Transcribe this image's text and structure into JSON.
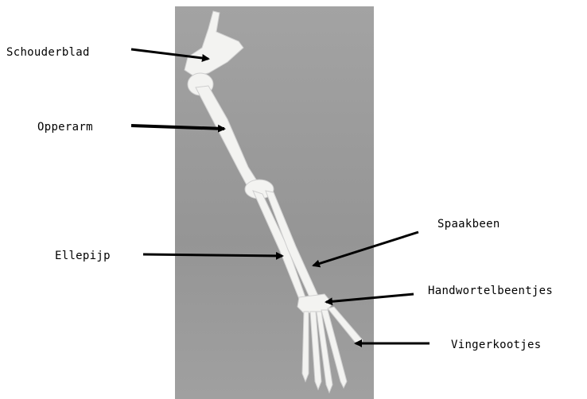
{
  "labels": {
    "scapula": "Schouderblad",
    "humerus": "Opperarm",
    "ulna": "Ellepijp",
    "radius": "Spaakbeen",
    "carpals": "Handwortelbeentjes",
    "phalanges": "Vingerkootjes"
  },
  "colors": {
    "photo_background": "#9a9a9a",
    "bone": "#f3f3f1",
    "arrow": "#000000"
  }
}
